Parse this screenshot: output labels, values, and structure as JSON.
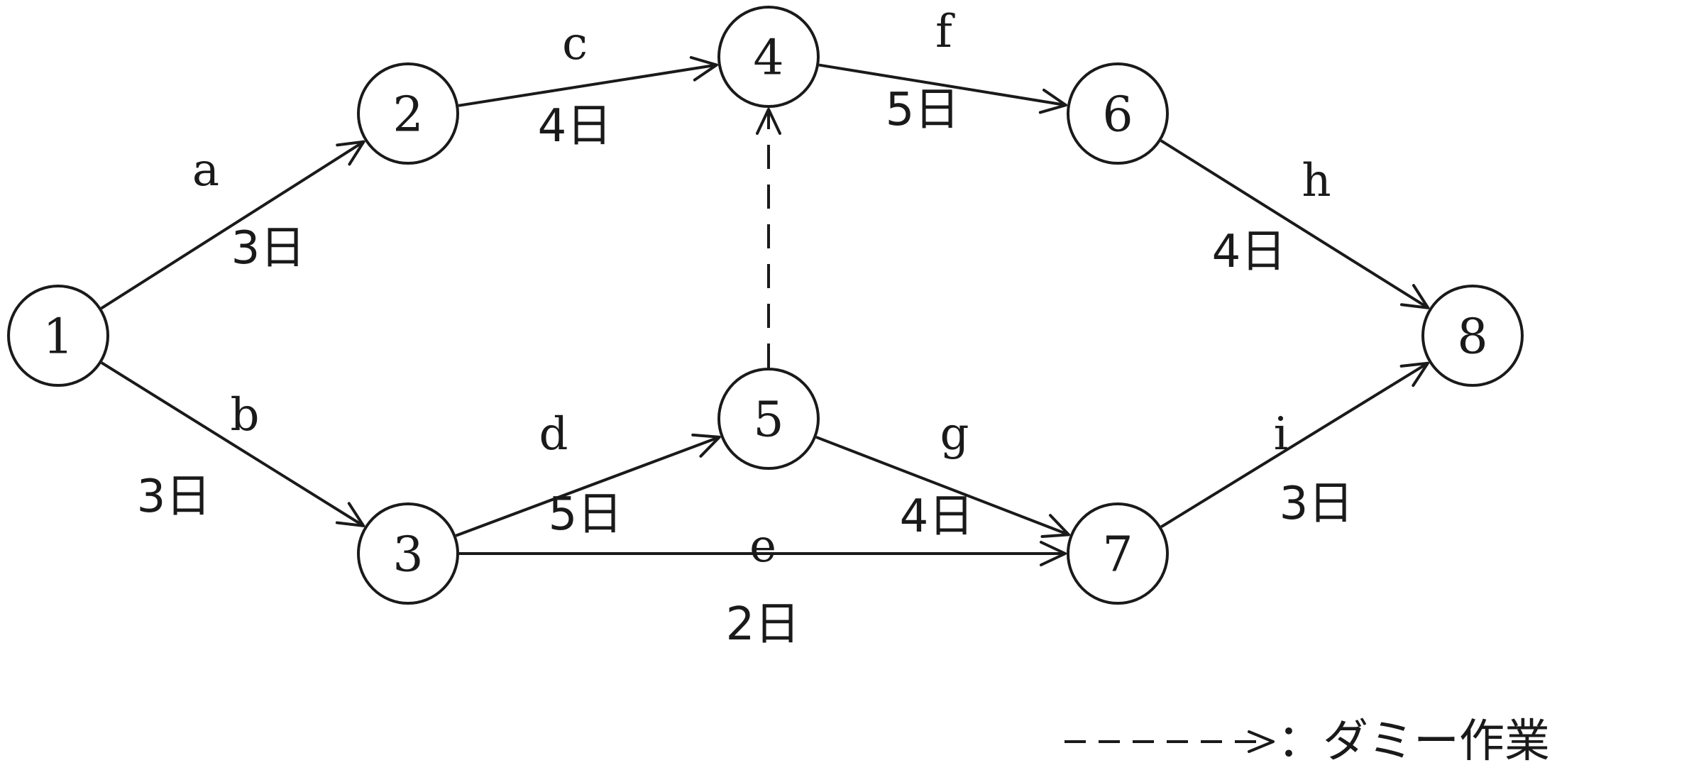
{
  "nodes": [
    {
      "id": "1",
      "label": "1"
    },
    {
      "id": "2",
      "label": "2"
    },
    {
      "id": "3",
      "label": "3"
    },
    {
      "id": "4",
      "label": "4"
    },
    {
      "id": "5",
      "label": "5"
    },
    {
      "id": "6",
      "label": "6"
    },
    {
      "id": "7",
      "label": "7"
    },
    {
      "id": "8",
      "label": "8"
    }
  ],
  "edges": [
    {
      "name": "a",
      "from": "1",
      "to": "2",
      "duration": "3日",
      "dummy": false
    },
    {
      "name": "b",
      "from": "1",
      "to": "3",
      "duration": "3日",
      "dummy": false
    },
    {
      "name": "c",
      "from": "2",
      "to": "4",
      "duration": "4日",
      "dummy": false
    },
    {
      "name": "d",
      "from": "3",
      "to": "5",
      "duration": "5日",
      "dummy": false
    },
    {
      "name": "e",
      "from": "3",
      "to": "7",
      "duration": "2日",
      "dummy": false
    },
    {
      "name": "f",
      "from": "4",
      "to": "6",
      "duration": "5日",
      "dummy": false
    },
    {
      "name": "g",
      "from": "5",
      "to": "7",
      "duration": "4日",
      "dummy": false
    },
    {
      "name": "h",
      "from": "6",
      "to": "8",
      "duration": "4日",
      "dummy": false
    },
    {
      "name": "i",
      "from": "7",
      "to": "8",
      "duration": "3日",
      "dummy": false
    },
    {
      "name": "",
      "from": "5",
      "to": "4",
      "duration": "",
      "dummy": true
    }
  ],
  "legend": {
    "text": "：ダミー作業"
  }
}
